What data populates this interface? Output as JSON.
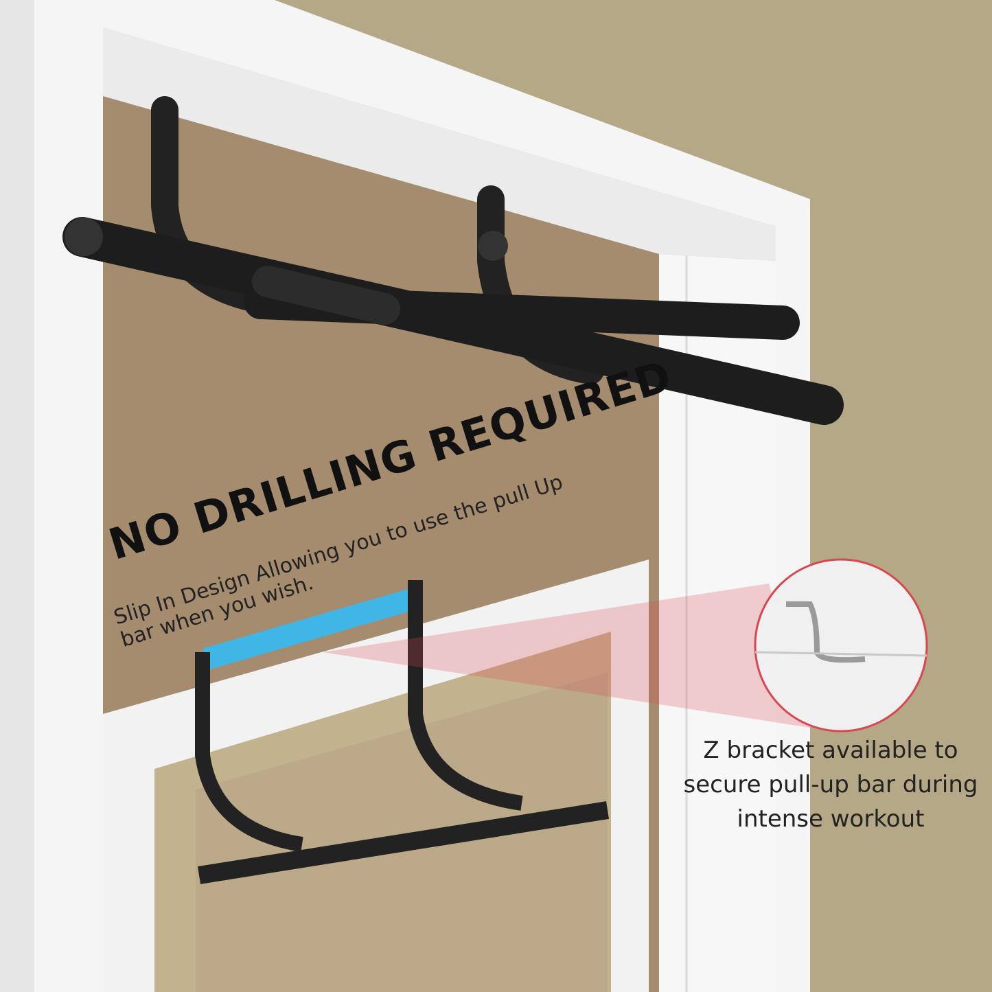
{
  "headline": "NO DRILLING REQUIRED",
  "subtext": "Slip In Design Allowing you to use the pull Up bar when you wish.",
  "bracket_caption": "Z bracket available to secure pull-up bar during intense workout",
  "colors": {
    "wall": "#b4a886",
    "doorway": "#a58c6e",
    "frame": "#f4f4f4",
    "bar": "#1c1c1c",
    "highlight": "#3fb6e6",
    "callout": "#d8474f"
  }
}
